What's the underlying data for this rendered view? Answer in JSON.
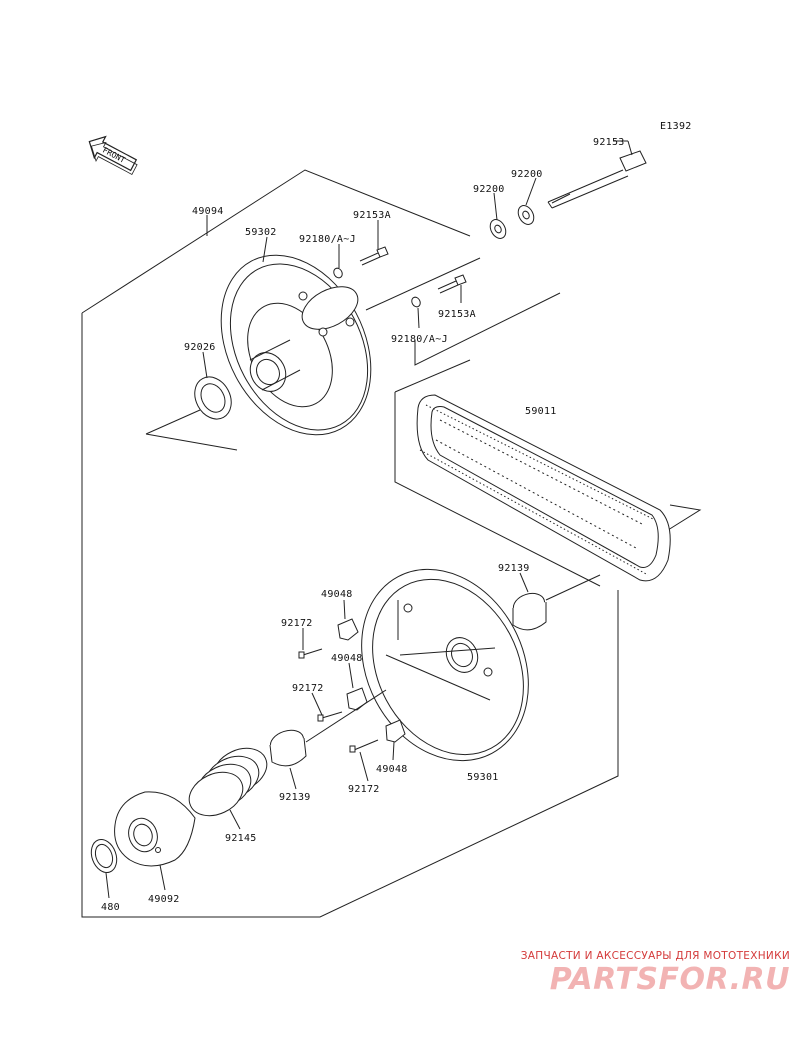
{
  "diagram_code": "E1392",
  "front_label": "FRONT",
  "callouts": {
    "c92153": "92153",
    "c92200a": "92200",
    "c92200b": "92200",
    "c49094": "49094",
    "c59302": "59302",
    "c92153A_1": "92153A",
    "c92180_1": "92180/A~J",
    "c92153A_2": "92153A",
    "c92180_2": "92180/A~J",
    "c92026": "92026",
    "c59011": "59011",
    "c92139a": "92139",
    "c49048a": "49048",
    "c92172a": "92172",
    "c49048b": "49048",
    "c92172b": "92172",
    "c92139b": "92139",
    "c92172c": "92172",
    "c49048c": "49048",
    "c59301": "59301",
    "c92145": "92145",
    "c480": "480",
    "c49092": "49092"
  },
  "watermark": {
    "tagline": "ЗАПЧАСТИ И АКСЕССУАРЫ ДЛЯ МОТОТЕХНИКИ",
    "brand": "PARTSFOR.RU",
    "color": "#d43a3a"
  }
}
